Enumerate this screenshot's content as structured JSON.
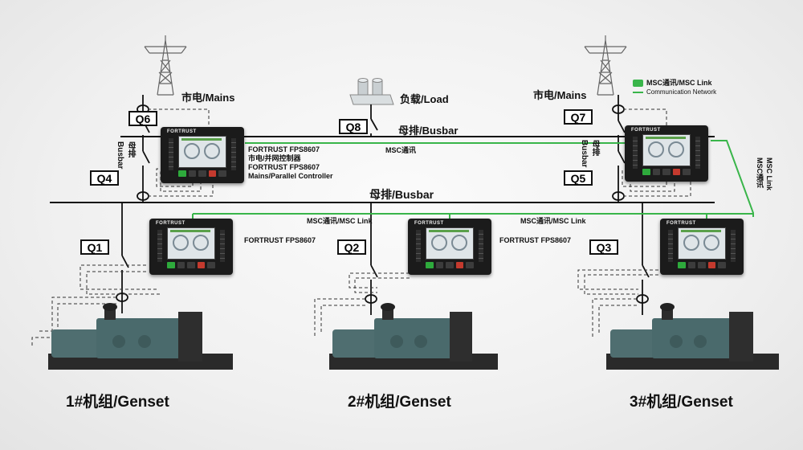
{
  "colors": {
    "msc_link": "#39b54a",
    "busbar": "#111111",
    "controller": "#1b1b1b",
    "genset": "#4f6e70"
  },
  "legend": {
    "msc_link": "MSC通讯/MSC Link",
    "communication_network": "Communication Network"
  },
  "labels": {
    "mains_left": "市电/Mains",
    "mains_right": "市电/Mains",
    "load": "负载/Load",
    "busbar_top": "母排/Busbar",
    "busbar_main": "母排/Busbar",
    "msc_top": "MSC通讯",
    "msc_link_left": "MSC通讯/MSC Link",
    "msc_link_right": "MSC通讯/MSC Link",
    "msc_link_vertical": "MSC Link\nMSC通讯",
    "busbar_vert_left": "母排\nBusbar",
    "busbar_vert_right": "母排\nBusbar"
  },
  "controller_main": {
    "line1": "FORTRUST FPS8607",
    "line2": "市电/并网控制器",
    "line3": "FORTRUST FPS8607",
    "line4": "Mains/Parallel Controller"
  },
  "controller_labels": {
    "genset1": "FORTRUST FPS8607",
    "genset2": "FORTRUST FPS8607"
  },
  "controller_brand": "FORTRUST",
  "switches": [
    "Q1",
    "Q2",
    "Q3",
    "Q4",
    "Q5",
    "Q6",
    "Q7",
    "Q8"
  ],
  "gensets": [
    "1#机组/Genset",
    "2#机组/Genset",
    "3#机组/Genset"
  ]
}
